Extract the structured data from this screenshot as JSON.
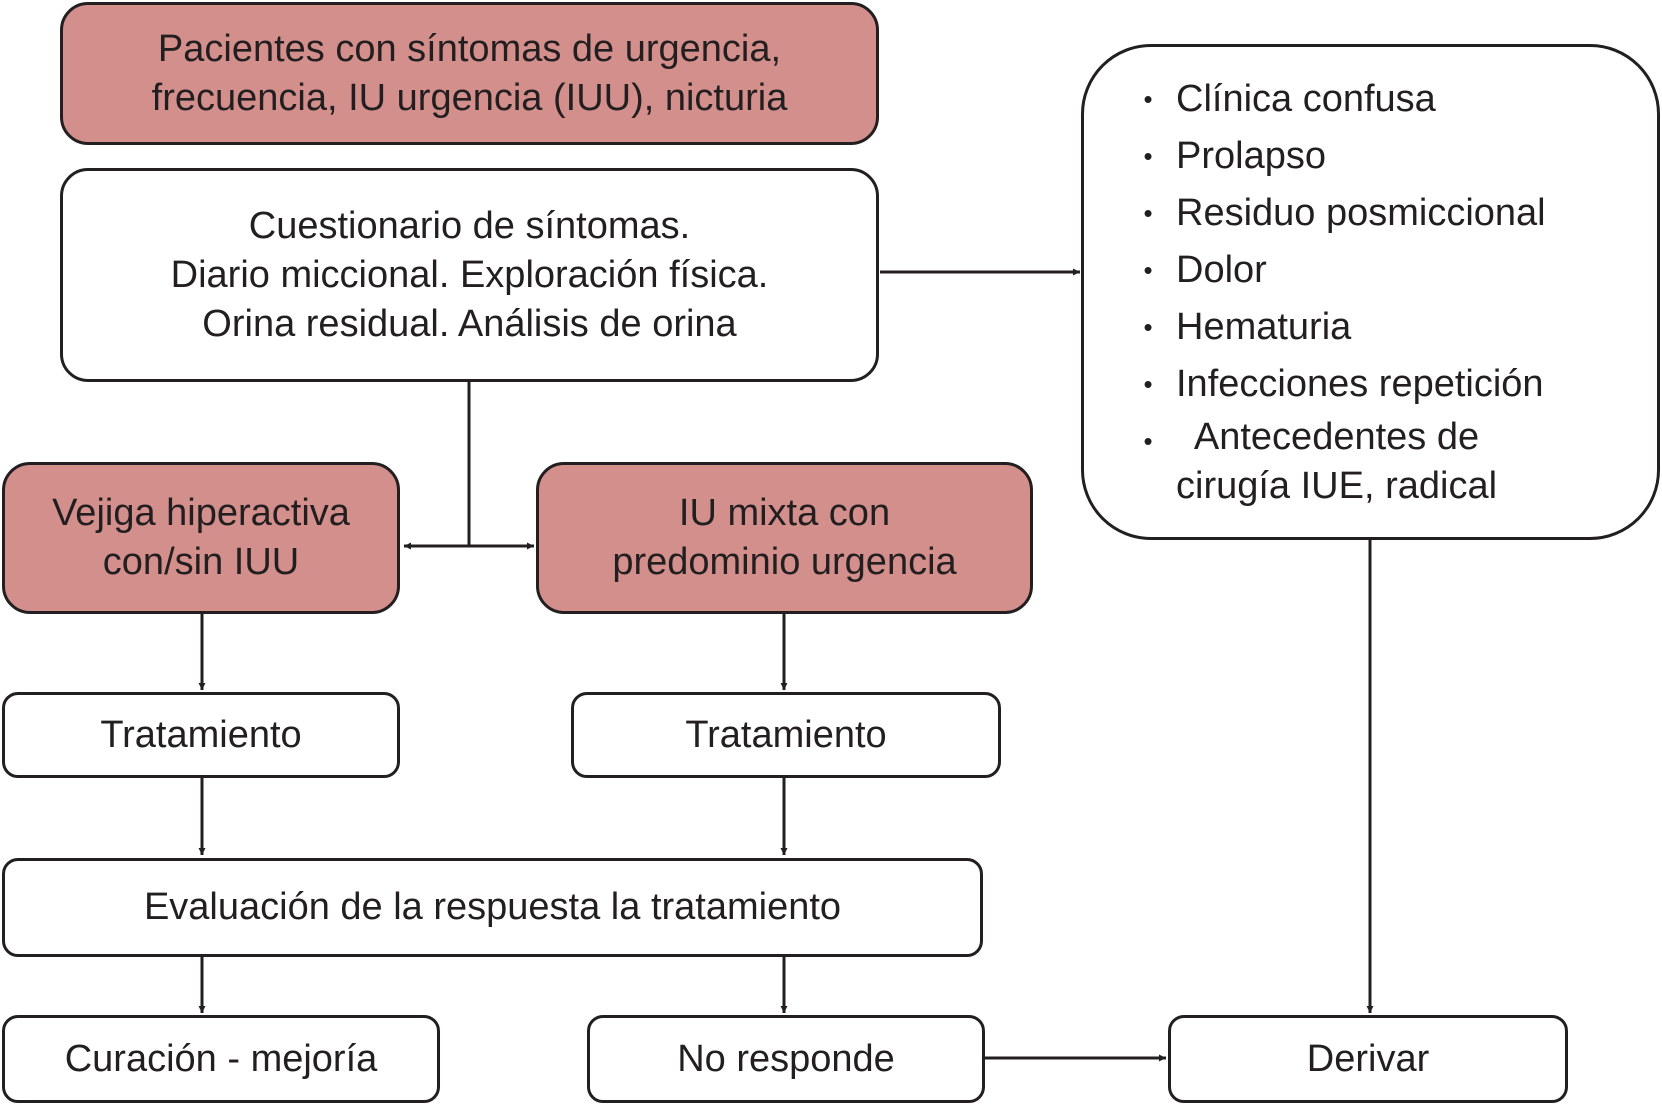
{
  "colors": {
    "stroke": "#231f20",
    "highlight_fill": "#d38f8c",
    "plain_fill": "#ffffff"
  },
  "nodes": {
    "patients": {
      "lines": [
        "Pacientes con síntomas de urgencia,",
        "frecuencia, IU urgencia (IUU), nicturia"
      ]
    },
    "assessment": {
      "lines": [
        "Cuestionario de síntomas.",
        "Diario miccional. Exploración física.",
        "Orina residual. Análisis de orina"
      ]
    },
    "overactive_bladder": {
      "lines": [
        "Vejiga hiperactiva",
        "con/sin IUU"
      ]
    },
    "mixed_ui": {
      "lines": [
        "IU mixta con",
        "predominio urgencia"
      ]
    },
    "treatment_left": {
      "label": "Tratamiento"
    },
    "treatment_right": {
      "label": "Tratamiento"
    },
    "evaluation": {
      "label": "Evaluación de la respuesta la tratamiento"
    },
    "cure": {
      "label": "Curación - mejoría"
    },
    "no_response": {
      "label": "No responde"
    },
    "refer": {
      "label": "Derivar"
    },
    "red_flags": {
      "bullet": "•",
      "items": [
        "Clínica confusa",
        "Prolapso",
        "Residuo posmiccional",
        "Dolor",
        "Hematuria",
        "Infecciones repetición",
        "Antecedentes de",
        "cirugía IUE, radical"
      ]
    }
  }
}
